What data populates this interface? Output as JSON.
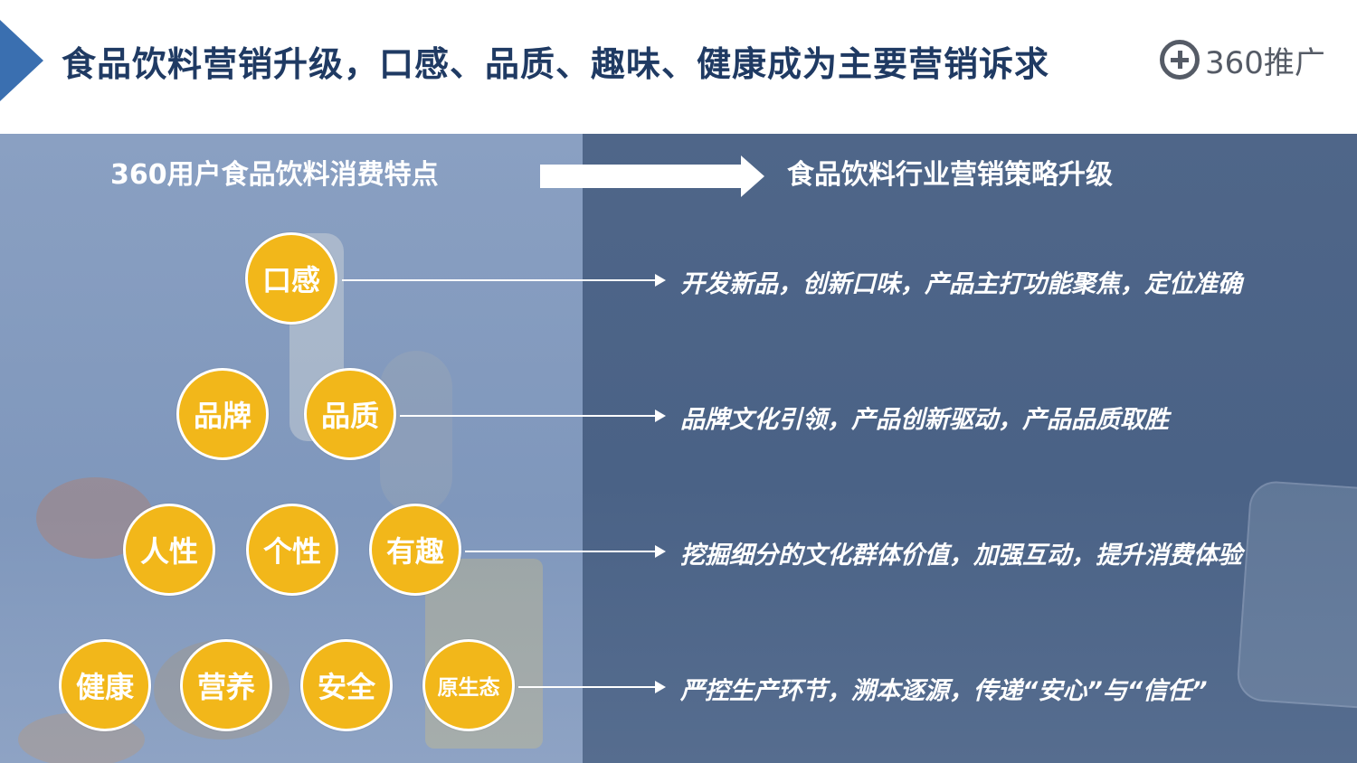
{
  "header": {
    "title": "食品饮料营销升级，口感、品质、趣味、健康成为主要营销诉求",
    "logo_text": "360推广",
    "accent_color": "#3a6fb0",
    "logo_icon": "plus-circle-icon"
  },
  "left_panel": {
    "title": "360用户食品饮料消费特点",
    "background": "food-pyramid-photo",
    "pyramid": [
      [
        "口感"
      ],
      [
        "品牌",
        "品质"
      ],
      [
        "人性",
        "个性",
        "有趣"
      ],
      [
        "健康",
        "营养",
        "安全",
        "原生态"
      ]
    ],
    "circle_color": "#f2b71a"
  },
  "right_panel": {
    "title": "食品饮料行业营销策略升级",
    "background": "ice-cubes-photo",
    "strategies": [
      "开发新品，创新口味，产品主打功能聚焦，定位准确",
      "品牌文化引领，产品创新驱动，产品品质取胜",
      "挖掘细分的文化群体价值，加强互动，提升消费体验",
      "严控生产环节，溯本逐源，传递“安心”与“信任”"
    ]
  }
}
